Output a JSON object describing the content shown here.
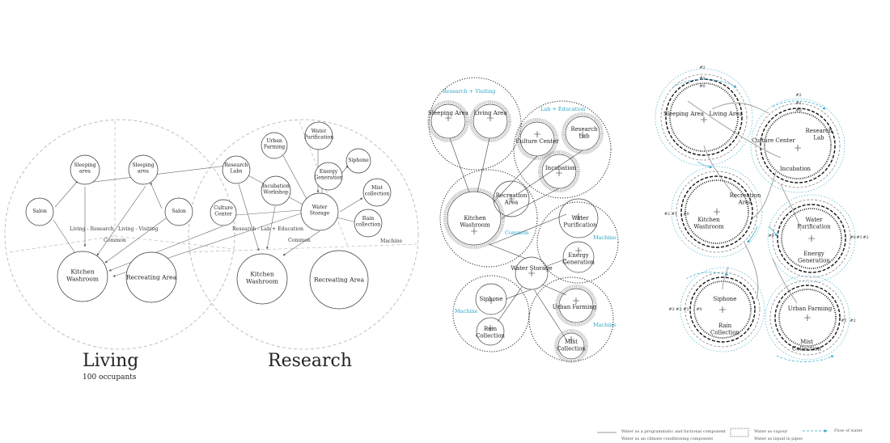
{
  "titles": {
    "living": "Living",
    "living_sub": "100 occupants",
    "research": "Research"
  },
  "p1": {
    "nodes": [
      {
        "key": "sleeping1",
        "label": [
          "Sleeping",
          "area"
        ],
        "small": "",
        "r": 18
      },
      {
        "key": "sleeping2",
        "label": [
          "Sleeping",
          "area"
        ],
        "small": "",
        "r": 18
      },
      {
        "key": "salon1",
        "label": [
          "Salon"
        ],
        "small": "",
        "r": 17
      },
      {
        "key": "salon2",
        "label": [
          "Salon"
        ],
        "small": "",
        "r": 17
      },
      {
        "key": "kitchen",
        "label": [
          "Kitchen",
          "Washroom"
        ],
        "small": "",
        "r": 31
      },
      {
        "key": "recreating",
        "label": [
          "Recreating Area"
        ],
        "small": "",
        "r": 31
      },
      {
        "key": "urban",
        "label": [
          "Urban",
          "Farming"
        ],
        "small": "",
        "r": 16
      },
      {
        "key": "water_pur",
        "label": [
          "Water",
          "Purification"
        ],
        "small": "",
        "r": 17
      },
      {
        "key": "research_labs",
        "label": [
          "Research",
          "Labs"
        ],
        "small": "",
        "r": 17
      },
      {
        "key": "energy",
        "label": [
          "Energy",
          "Generation"
        ],
        "small": "",
        "r": 17
      },
      {
        "key": "siphone",
        "label": [
          "Siphone"
        ],
        "small": "",
        "r": 15
      },
      {
        "key": "incubation",
        "label": [
          "Incubation",
          "Workshop"
        ],
        "small": "",
        "r": 18
      },
      {
        "key": "mist",
        "label": [
          "Mist",
          "collection"
        ],
        "small": "",
        "r": 17
      },
      {
        "key": "culture",
        "label": [
          "Culture",
          "Center"
        ],
        "small": "",
        "r": 16
      },
      {
        "key": "water_sto",
        "label": [
          "Water",
          "Storage"
        ],
        "small": "",
        "r": 23
      },
      {
        "key": "rain",
        "label": [
          "Rain",
          "collection"
        ],
        "small": "",
        "r": 17
      },
      {
        "key": "kitchen2",
        "label": [
          "Kitchen",
          "Washroom"
        ],
        "small": "",
        "r": 31
      },
      {
        "key": "recreating2",
        "label": [
          "Recreating Area"
        ],
        "small": "",
        "r": 36
      }
    ],
    "zones": [
      {
        "text": "Living - Research"
      },
      {
        "text": "Living - Visiting"
      },
      {
        "text": "Common"
      },
      {
        "text": "Research - Lab + Education"
      },
      {
        "text": "Common"
      },
      {
        "text": "Machine"
      }
    ]
  },
  "p2": {
    "clusters": [
      {
        "text": "Research + Visiting"
      },
      {
        "text": "Lab + Education"
      },
      {
        "text": "Common"
      },
      {
        "text": "Machine"
      },
      {
        "text": "Machine"
      },
      {
        "text": "Machine"
      }
    ],
    "nodes": [
      {
        "key": "sleeping",
        "label": [
          "Sleeping Area"
        ]
      },
      {
        "key": "living",
        "label": [
          "Living Area"
        ]
      },
      {
        "key": "culture",
        "label": [
          "Culture Center"
        ]
      },
      {
        "key": "research_lab",
        "label": [
          "Research",
          "Lab"
        ]
      },
      {
        "key": "incubation",
        "label": [
          "Incubation"
        ]
      },
      {
        "key": "recreation",
        "label": [
          "Recreation",
          "Area"
        ]
      },
      {
        "key": "kitchen",
        "label": [
          "Kitchen",
          "Washroom"
        ]
      },
      {
        "key": "water_pur",
        "label": [
          "Water",
          "Purification"
        ]
      },
      {
        "key": "energy",
        "label": [
          "Energy",
          "Generation"
        ]
      },
      {
        "key": "water_sto",
        "label": [
          "Water Storage"
        ]
      },
      {
        "key": "siphone",
        "label": [
          "Siphone"
        ]
      },
      {
        "key": "urban",
        "label": [
          "Urban Farming"
        ]
      },
      {
        "key": "rain",
        "label": [
          "Rain",
          "Collection"
        ]
      },
      {
        "key": "mist",
        "label": [
          "Mist",
          "Collection"
        ]
      }
    ]
  },
  "p3": {
    "nodes": [
      {
        "key": "sleeping",
        "label": [
          "Sleeping Area"
        ]
      },
      {
        "key": "living",
        "label": [
          "Living Area"
        ]
      },
      {
        "key": "culture",
        "label": [
          "Culture Center"
        ]
      },
      {
        "key": "research_lab",
        "label": [
          "Research",
          "Lab"
        ]
      },
      {
        "key": "incubation",
        "label": [
          "Incubation"
        ]
      },
      {
        "key": "recreation",
        "label": [
          "Recreation",
          "Area"
        ]
      },
      {
        "key": "kitchen",
        "label": [
          "Kitchen",
          "Washroom"
        ]
      },
      {
        "key": "water_pur",
        "label": [
          "Water",
          "Purification"
        ]
      },
      {
        "key": "energy",
        "label": [
          "Energy",
          "Generation"
        ]
      },
      {
        "key": "siphone",
        "label": [
          "Siphone"
        ]
      },
      {
        "key": "rain",
        "label": [
          "Rain",
          "Collection"
        ]
      },
      {
        "key": "urban",
        "label": [
          "Urban Farming"
        ]
      },
      {
        "key": "mist",
        "label": [
          "Mist",
          "Collection"
        ]
      }
    ],
    "tags": [
      "#2",
      "#1",
      "#0",
      "#2",
      "#1",
      "#0",
      "#2 #1",
      "#0",
      "#0",
      "#1",
      "#2",
      "#0",
      "#3 #2 #1",
      "#0",
      "#1",
      "#2"
    ]
  },
  "legend": {
    "line1": "Water as a programmatic and fuctional component",
    "line2": "Water as an climate conditioning component",
    "vapour": "Water as vapour",
    "pipes": "Water as liquid in pipes",
    "flow": "Flow of water"
  },
  "colors": {
    "accent": "#2aa6c8",
    "stroke": "#3a3a3a",
    "dash": "#9a9a9a"
  }
}
